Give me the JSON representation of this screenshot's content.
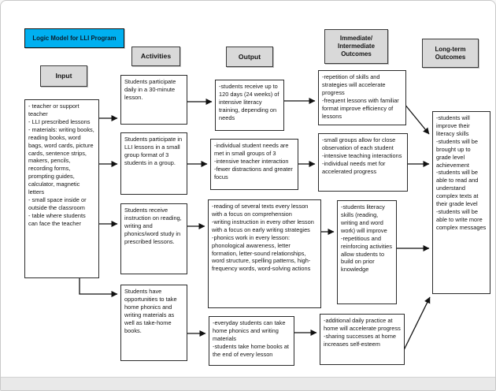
{
  "title": "Logic Model for LLI Program",
  "colors": {
    "title_bg": "#00b0f0",
    "header_bg": "#d9d9d9",
    "box_border": "#000000",
    "arrow": "#111111"
  },
  "columns": {
    "input": {
      "header": "Input",
      "box": "- teacher or support teacher\n- LLI prescribed lessons\n- materials: writing books, reading books, word bags, word cards, picture cards, sentence strips, makers, pencils, recording forms, prompting guides, calculator, magnetic letters\n- small space inside or outside the classroom\n- table where students can face the teacher"
    },
    "activities": {
      "header": "Activities",
      "boxes": [
        "Students participate daily in a 30-minute lesson.",
        "Students participate in LLI lessons in a small group format of 3 students in a group.",
        "Students receive instruction on reading, writing and phonics/word study in prescribed lessons.",
        "Students have opportunities to take home phonics and writing materials as well as take-home books."
      ]
    },
    "output": {
      "header": "Output",
      "boxes": [
        "-students receive up to 120 days (24 weeks) of intensive literacy training, depending on needs",
        "-individual student needs are met in small groups of 3\n-intensive teacher interaction\n-fewer distractions and greater focus",
        "-reading of several texts every lesson with a focus on comprehension\n-writing instruction in every other lesson with a focus on early writing strategies\n-phonics work in every lesson: phonological awareness, letter formation, letter-sound relationships, word structure, spelling patterns, high-frequency words, word-solving actions",
        "-everyday students can take home phonics and writing materials\n-students take home books at the end of every lesson"
      ]
    },
    "immediate_outcomes": {
      "header": "Immediate/\nIntermediate\nOutcomes",
      "boxes": [
        "-repetition of skills and strategies will accelerate progress\n-frequent lessons with familiar format improve efficiency of lessons",
        "-small groups allow for close observation of each student\n-intensive teaching interactions\n-individual needs met for accelerated progress",
        "-students literacy skills (reading, writing and word work) will improve\n-repetitious and reinforcing activities allow students to build on prior knowledge",
        "-additional daily practice at home will accelerate progress\n-sharing successes at home increases self-esteem"
      ]
    },
    "long_term_outcomes": {
      "header": "Long-term\nOutcomes",
      "box": "-students will improve their literacy skills\n-students will be brought up to grade level achievement\n-students will be able to read and understand complex texts at their grade level\n-students will be able to write more complex messages"
    }
  }
}
